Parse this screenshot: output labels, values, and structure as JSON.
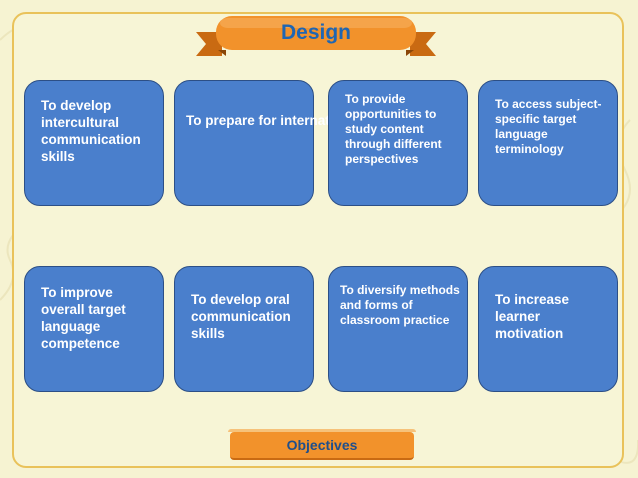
{
  "title": "Design",
  "objectives": [
    "To develop intercultural communication skills",
    "To prepare for internationalization",
    "To provide opportunities to study content through different perspectives",
    "To access subject-specific target language terminology",
    "To improve overall target language competence",
    "To develop oral communication skills",
    "To diversify methods and forms of classroom practice",
    "To increase learner motivation"
  ],
  "footer_label": "Objectives",
  "colors": {
    "background": "#f6f3d2",
    "frame_border": "#e9c25a",
    "card_fill": "#4a7fcc",
    "card_border": "#2c4f86",
    "banner_fill": "#f2922b",
    "title_text": "#1f66b3"
  }
}
